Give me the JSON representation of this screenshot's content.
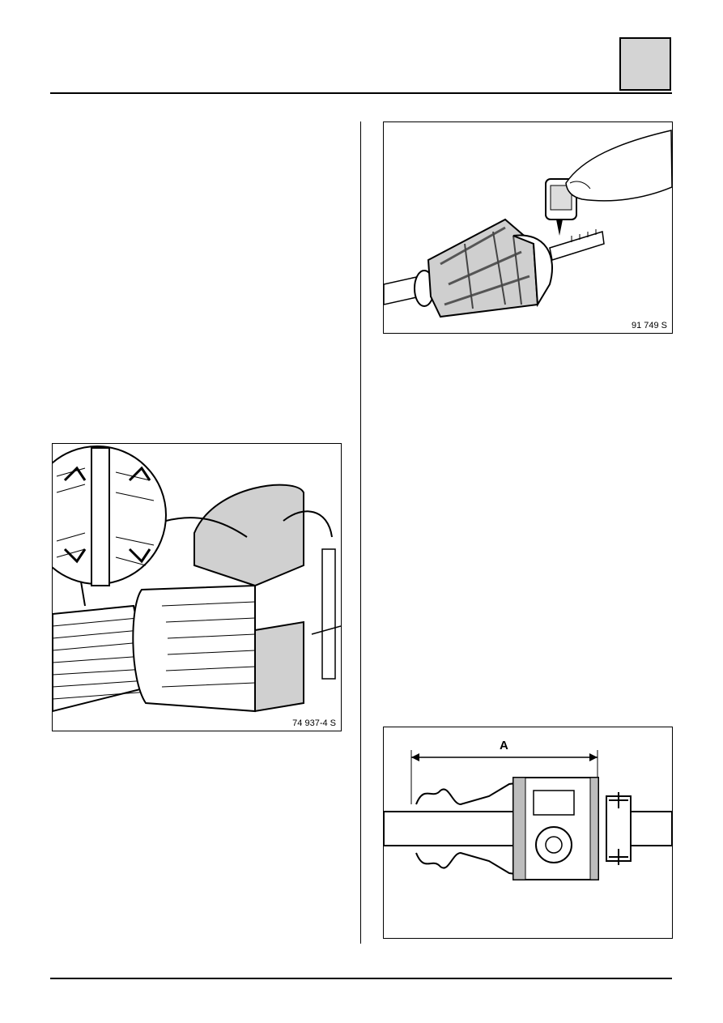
{
  "figures": {
    "cv_joint_oil": {
      "label": "91 749 S"
    },
    "spline_assembly": {
      "label": "74 937-4 S"
    },
    "joint_dimension": {
      "dimension_label": "A"
    }
  }
}
